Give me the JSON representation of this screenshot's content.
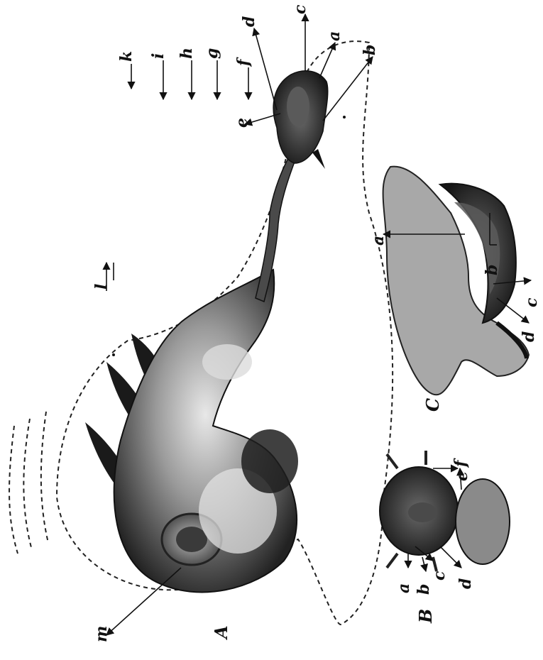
{
  "figure_labels": {
    "A": "A",
    "B": "B",
    "C": "C"
  },
  "figure_A": {
    "labels": [
      "a",
      "b",
      "c",
      "d",
      "e",
      "f",
      "g",
      "h",
      "i",
      "k",
      "l",
      "m"
    ]
  },
  "figure_B": {
    "labels": [
      "a",
      "b",
      "c",
      "d",
      "e",
      "f"
    ]
  },
  "figure_C": {
    "labels": [
      "a",
      "b",
      "c",
      "d"
    ]
  },
  "colors": {
    "ink": "#111111",
    "dark_tissue": "#2b2b2b",
    "mid_tissue": "#6e6e6e",
    "light_tissue": "#c9c9c9",
    "paper": "#ffffff"
  }
}
